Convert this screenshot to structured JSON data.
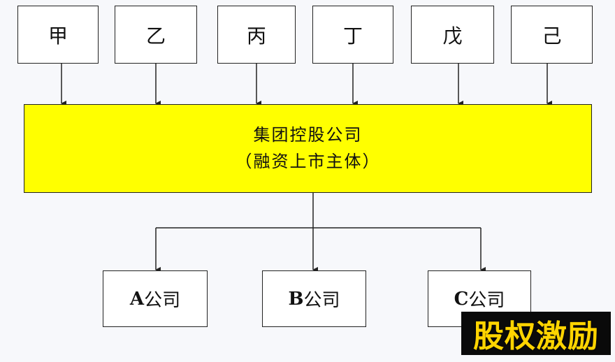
{
  "shareholders": [
    "甲",
    "乙",
    "丙",
    "丁",
    "戊",
    "己"
  ],
  "holding_company": {
    "name": "集团控股公司",
    "note": "（融资上市主体）"
  },
  "subsidiaries": [
    {
      "letter": "A",
      "suffix": "公司"
    },
    {
      "letter": "B",
      "suffix": "公司"
    },
    {
      "letter": "C",
      "suffix": "公司"
    }
  ],
  "badge": "股权激励",
  "colors": {
    "holding_fill": "#ffff00",
    "badge_text": "#ffd400",
    "badge_bg": "#0a0a0a",
    "line": "#222222"
  }
}
